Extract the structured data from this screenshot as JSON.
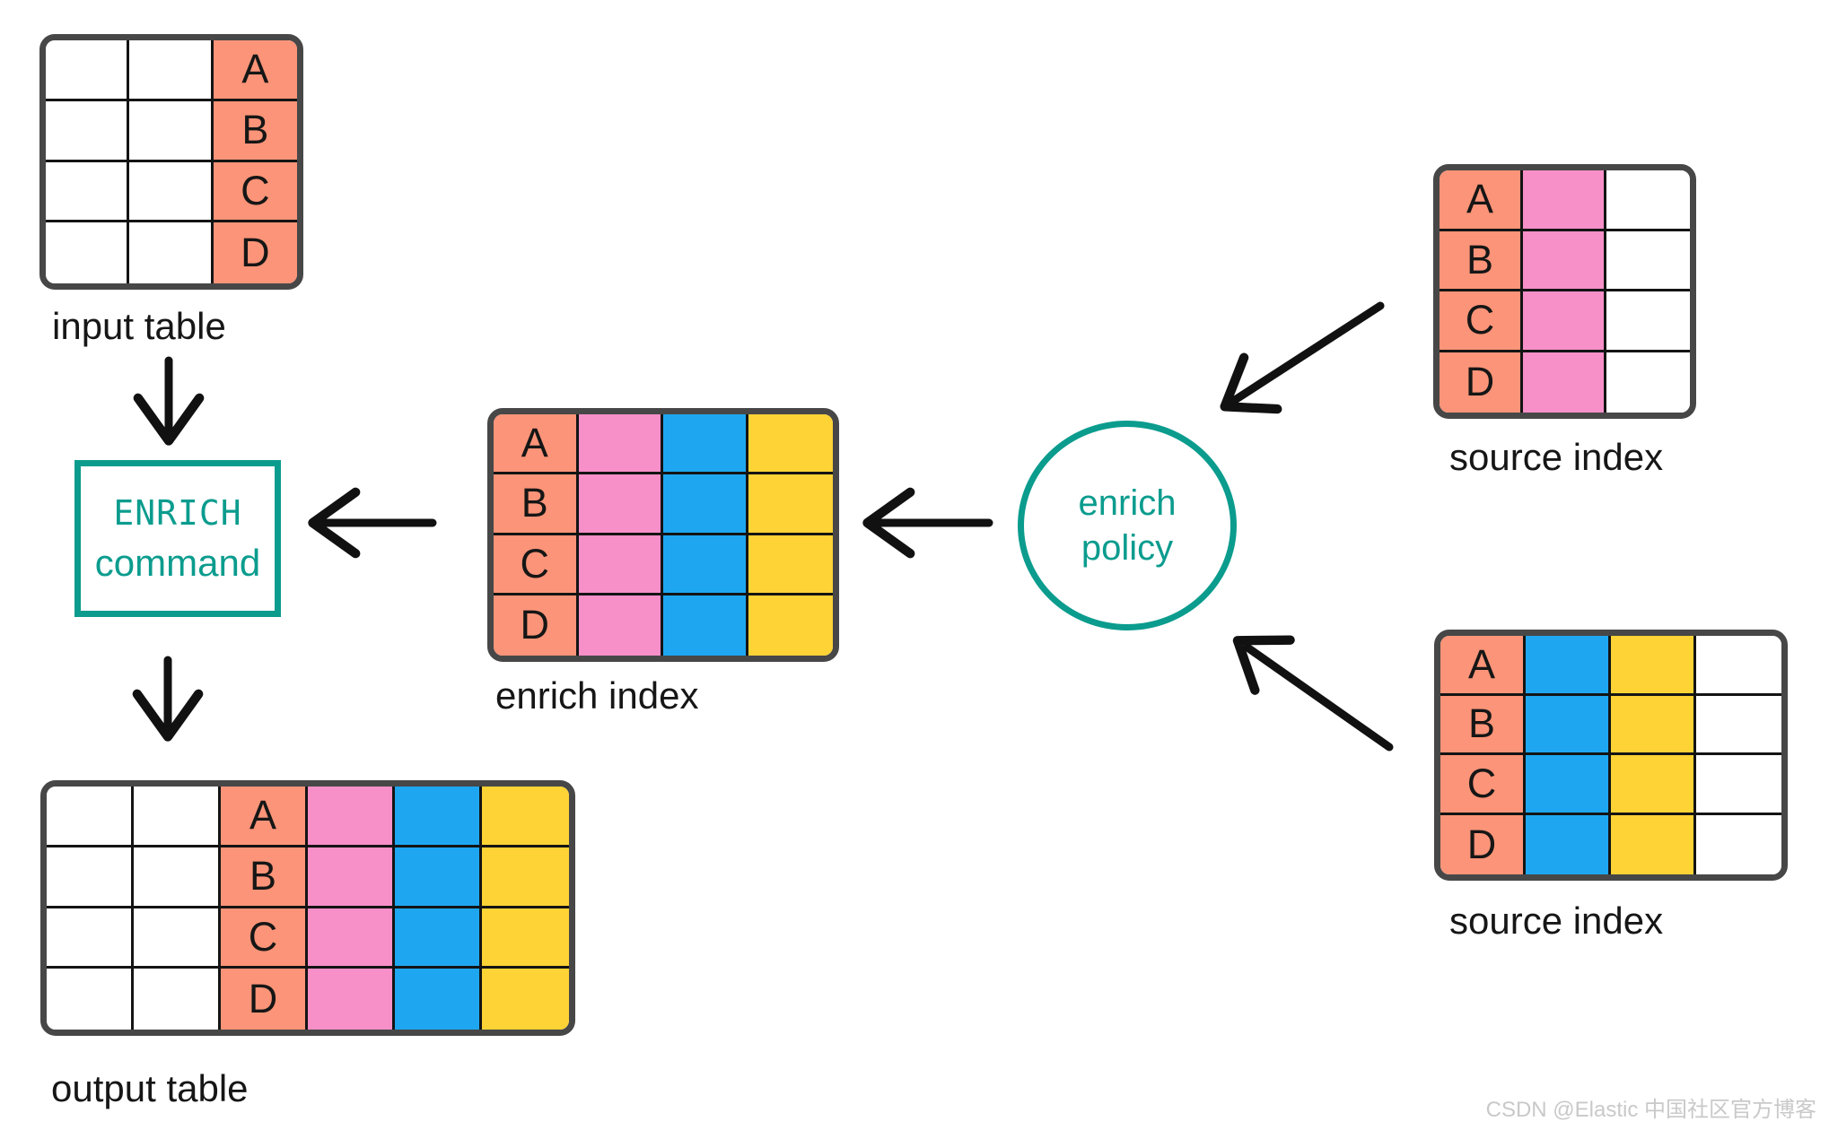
{
  "diagram": {
    "nodes": {
      "input_table": {
        "label": "input table",
        "row_labels": [
          "A",
          "B",
          "C",
          "D"
        ]
      },
      "enrich_command": {
        "line1": "ENRICH",
        "line2": "command"
      },
      "enrich_index": {
        "label": "enrich index",
        "row_labels": [
          "A",
          "B",
          "C",
          "D"
        ]
      },
      "enrich_policy": {
        "line1": "enrich",
        "line2": "policy"
      },
      "source_index_top": {
        "label": "source index",
        "row_labels": [
          "A",
          "B",
          "C",
          "D"
        ]
      },
      "source_index_bottom": {
        "label": "source index",
        "row_labels": [
          "A",
          "B",
          "C",
          "D"
        ]
      },
      "output_table": {
        "label": "output table",
        "row_labels": [
          "A",
          "B",
          "C",
          "D"
        ]
      }
    },
    "watermark": "CSDN @Elastic 中国社区官方博客",
    "colors": {
      "key_salmon": "#fb9478",
      "match_pink": "#f790c8",
      "enrich_blue": "#1ea7f0",
      "enrich_yellow": "#fdd335",
      "teal_accent": "#0b9c8e",
      "table_border": "#474747",
      "grid_line": "#141414",
      "arrow": "#111111",
      "watermark_gray": "#c9c9c9"
    }
  }
}
